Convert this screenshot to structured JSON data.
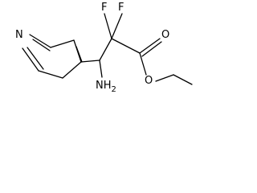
{
  "molecule": {
    "atoms": {
      "n_ring": "N",
      "f_left": "F",
      "f_right": "F",
      "o_carbonyl": "O",
      "o_ester": "O",
      "amine": "NH",
      "amine_sub": "2"
    },
    "colors": {
      "bond": "#000000",
      "label": "#000000",
      "background": "#ffffff"
    }
  }
}
